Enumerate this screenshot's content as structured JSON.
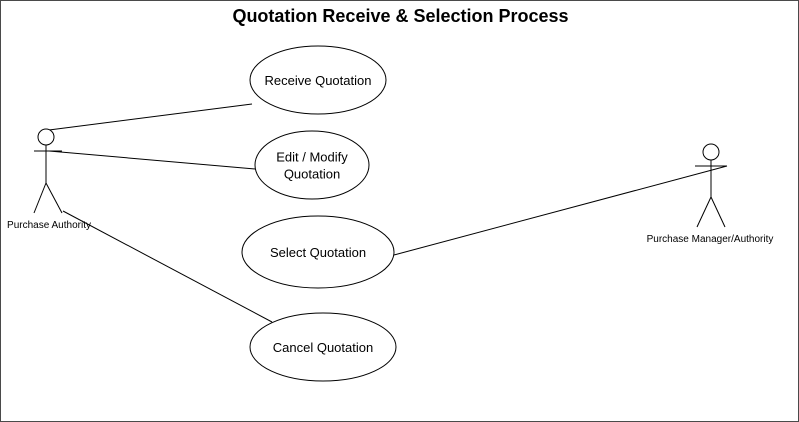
{
  "title": "Quotation Receive & Selection Process",
  "actors": [
    {
      "id": "purchase-authority",
      "label": "Purchase Authority"
    },
    {
      "id": "purchase-manager",
      "label": "Purchase Manager/Authority"
    }
  ],
  "use_cases": [
    {
      "id": "receive-quotation",
      "lines": [
        "Receive Quotation"
      ]
    },
    {
      "id": "edit-quotation",
      "lines": [
        "Edit / Modify",
        "Quotation"
      ]
    },
    {
      "id": "select-quotation",
      "lines": [
        "Select Quotation"
      ]
    },
    {
      "id": "cancel-quotation",
      "lines": [
        "Cancel Quotation"
      ]
    }
  ],
  "associations": [
    {
      "actor": "purchase-authority",
      "use_case": "receive-quotation"
    },
    {
      "actor": "purchase-authority",
      "use_case": "edit-quotation"
    },
    {
      "actor": "purchase-authority",
      "use_case": "cancel-quotation"
    },
    {
      "actor": "purchase-manager",
      "use_case": "select-quotation"
    }
  ],
  "colors": {
    "stroke": "#000000",
    "fill": "#ffffff",
    "border": "#4a4a4a"
  }
}
